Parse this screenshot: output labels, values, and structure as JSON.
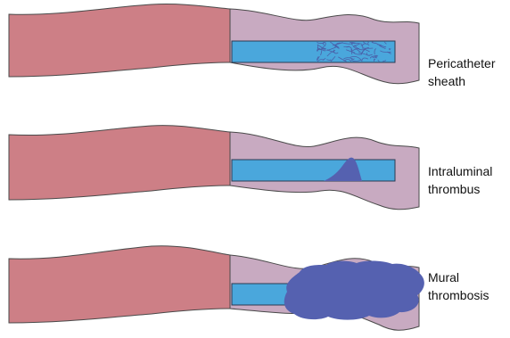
{
  "colors": {
    "vessel": "#cd7f86",
    "vessel_stroke": "#4a4a4a",
    "sheath": "#c8aac1",
    "catheter": "#4aa7dc",
    "thrombus": "#5561b0",
    "fibrin": "#4a5fa8"
  },
  "panels": [
    {
      "id": "pericatheter",
      "label_lines": [
        "Pericatheter",
        "sheath"
      ]
    },
    {
      "id": "intraluminal",
      "label_lines": [
        "Intraluminal",
        "thrombus"
      ]
    },
    {
      "id": "mural",
      "label_lines": [
        "Mural",
        "thrombosis"
      ]
    }
  ]
}
